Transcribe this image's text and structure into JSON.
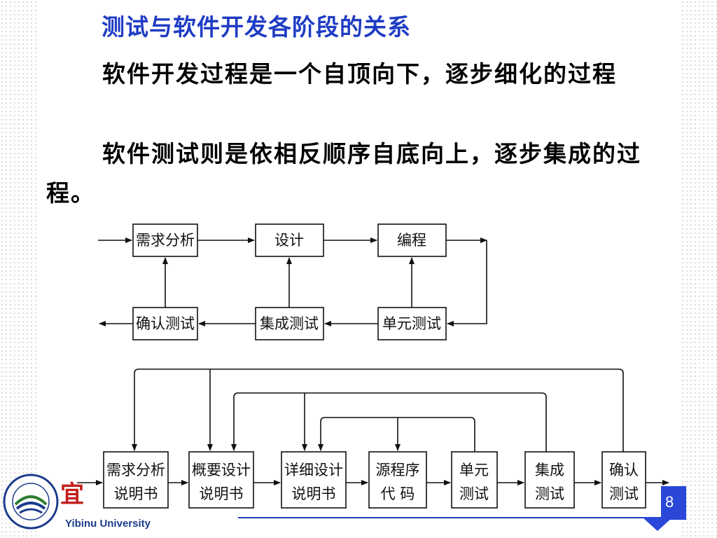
{
  "title": "测试与软件开发各阶段的关系",
  "paragraph1": "软件开发过程是一个自顶向下，逐步细化的过程",
  "paragraph2": "软件测试则是依相反顺序自底向上，逐步集成的过程。",
  "diagram1": {
    "top_row": [
      "需求分析",
      "设计",
      "编程"
    ],
    "bottom_row": [
      "确认测试",
      "集成测试",
      "单元测试"
    ]
  },
  "diagram2": {
    "boxes": [
      {
        "line1": "需求分析",
        "line2": "说明书"
      },
      {
        "line1": "概要设计",
        "line2": "说明书"
      },
      {
        "line1": "详细设计",
        "line2": "说明书"
      },
      {
        "line1": "源程序",
        "line2": "代 码"
      },
      {
        "line1": "单元",
        "line2": "测试"
      },
      {
        "line1": "集成",
        "line2": "测试"
      },
      {
        "line1": "确认",
        "line2": "测试"
      }
    ]
  },
  "footer": {
    "university": "Yibinu University",
    "page_number": "8",
    "logo_icon": "university-seal-icon"
  },
  "colors": {
    "title": "#1f3cc4",
    "accent": "#2a47d8",
    "logo_red": "#c41f1f"
  }
}
